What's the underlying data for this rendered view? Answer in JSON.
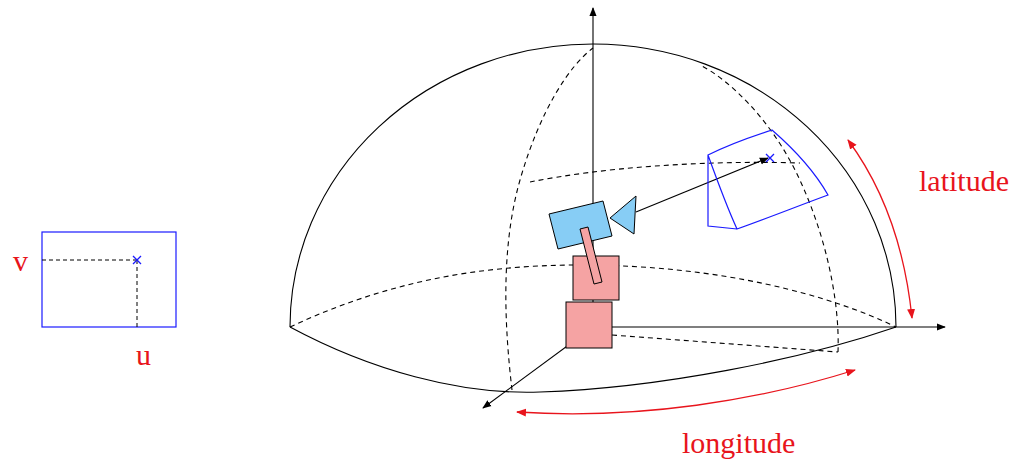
{
  "diagram": {
    "labels": [
      "v",
      "u",
      "latitude",
      "longitude"
    ]
  }
}
